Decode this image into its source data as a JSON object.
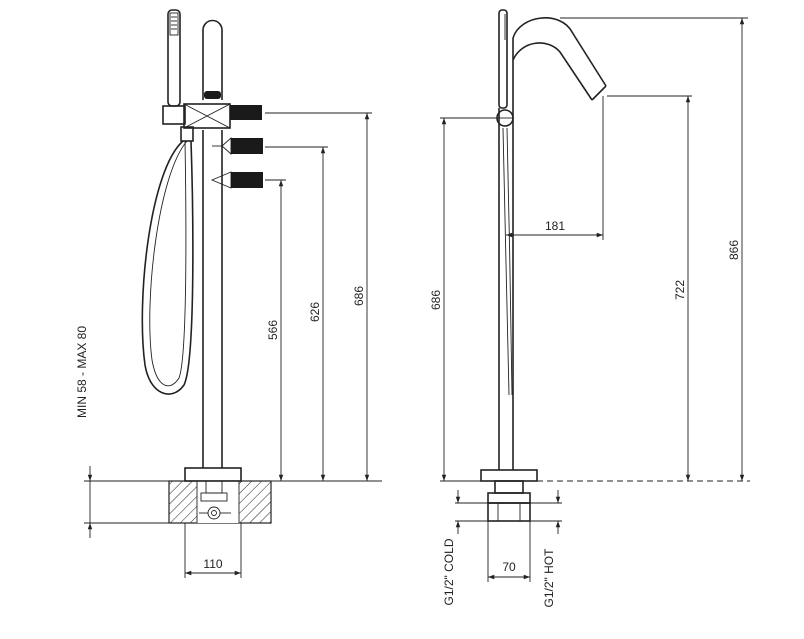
{
  "front_view": {
    "dimensions": {
      "install_depth": "MIN 58 - MAX 80",
      "h_566": "566",
      "h_626": "626",
      "h_686": "686",
      "base_width": "110"
    }
  },
  "side_view": {
    "dimensions": {
      "h_686": "686",
      "reach_181": "181",
      "h_722": "722",
      "h_866": "866",
      "connector_spacing": "70"
    },
    "connection_labels": {
      "cold": "G1/2\" COLD",
      "hot": "G1/2\" HOT"
    }
  }
}
